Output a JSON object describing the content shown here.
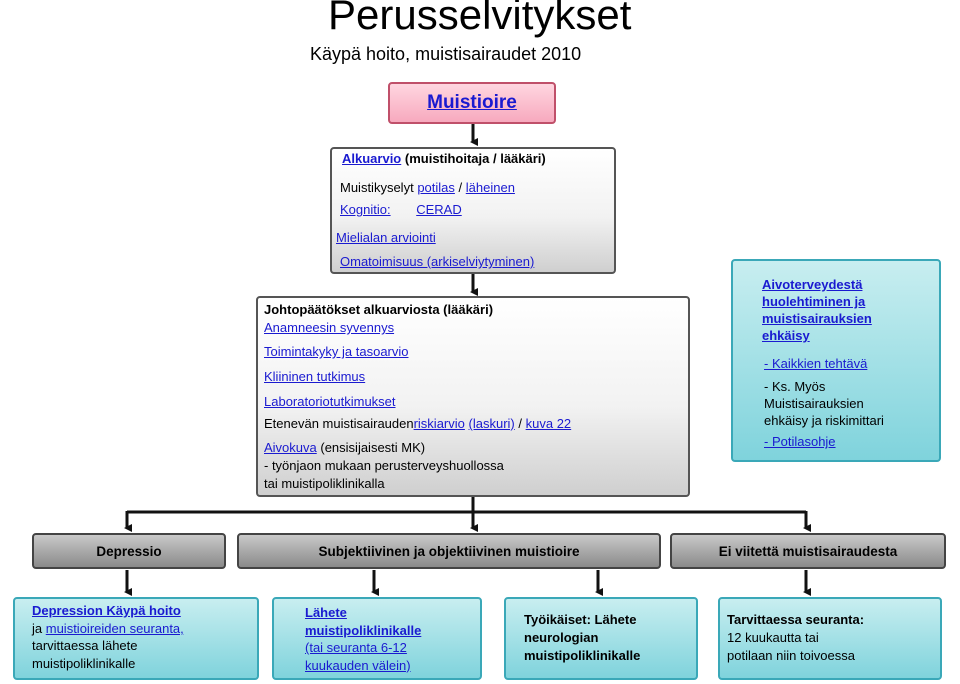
{
  "header": {
    "title": "Perusselvitykset",
    "subtitle": "Käypä hoito, muistisairaudet 2010"
  },
  "top_box": {
    "label": "Muistioire"
  },
  "initial": {
    "title_link": "Alkuarvio",
    "title_rest": "(muistihoitaja / lääkäri)",
    "line1_text": "Muistikyselyt",
    "line1_link1": "potilas",
    "line1_sep": "/",
    "line1_link2": "läheinen",
    "line2_link1": "Kognitio:",
    "line2_link2": "CERAD",
    "line3_link": "Mielialan arviointi",
    "line4_link": "Omatoimisuus (arkiselviytyminen)"
  },
  "conclusions": {
    "title": "Johtopäätökset alkuarviosta (lääkäri)",
    "link1": "Anamneesin syvennys",
    "link2": "Toimintakyky ja tasoarvio",
    "link3": "Kliininen tutkimus",
    "link4": "Laboratoriotutkimukset",
    "risk_text": "Etenevän muistisairauden",
    "risk_link1": "riskiarvio",
    "risk_link2": "(laskuri)",
    "risk_sep": "/",
    "risk_link3": "kuva 22",
    "imaging_link": "Aivokuva",
    "imaging_rest": "(ensisijaisesti MK)",
    "note1": "- työnjaon mukaan perusterveyshuollossa",
    "note2": "tai muistipoliklinikalla"
  },
  "side": {
    "title1": "Aivoterveydestä",
    "title2": "huolehtiminen ja",
    "title3": "muistisairauksien",
    "title4": "ehkäisy",
    "link1": "- Kaikkien tehtävä",
    "text1": "- Ks. Myös",
    "text2": "Muistisairauksien",
    "text3": "ehkäisy ja riskimittari",
    "link2": "- Potilasohje"
  },
  "categories": {
    "depression": "Depressio",
    "memory": "Subjektiivinen ja objektiivinen muistioire",
    "none": "Ei viitettä muistisairaudesta"
  },
  "outcomes": {
    "o1_link": "Depression Käypä hoito",
    "o1_text1": "ja",
    "o1_link2": "muistioireiden seuranta,",
    "o1_text2": "tarvittaessa lähete",
    "o1_text3": "muistipoliklinikalle",
    "o2_line1": "Lähete",
    "o2_line2": "muistipoliklinikalle",
    "o2_line3": "(tai seuranta 6-12",
    "o2_line4": "kuukauden välein)",
    "o3_line1": "Työikäiset: Lähete",
    "o3_line2": "neurologian",
    "o3_line3": "muistipoliklinikalle",
    "o4_line1": "Tarvittaessa seuranta:",
    "o4_line2": "12 kuukautta tai",
    "o4_line3": "potilaan niin toivoessa"
  }
}
